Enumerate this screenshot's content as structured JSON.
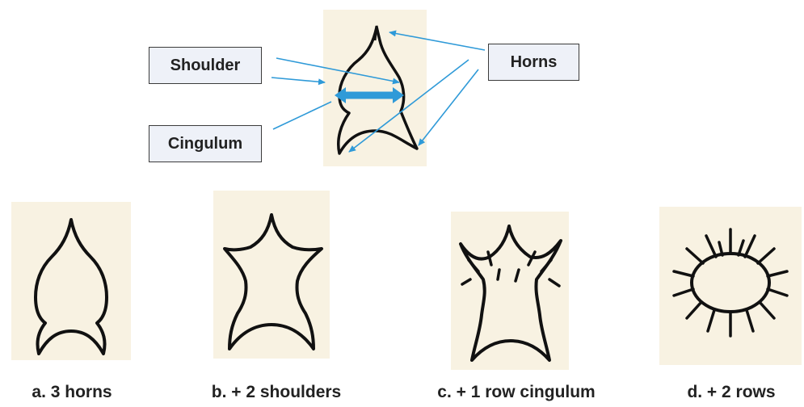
{
  "labels": {
    "shoulder": "Shoulder",
    "cingulum": "Cingulum",
    "horns": "Horns"
  },
  "captions": {
    "a": "a. 3 horns",
    "b": "b. + 2 shoulders",
    "c": "c. + 1 row cingulum",
    "d": "d. + 2 rows"
  },
  "colors": {
    "arrow": "#2f9ad8",
    "outline": "#111111",
    "paper": "#f8f2e2",
    "label_box_fill": "#eef1f8"
  }
}
